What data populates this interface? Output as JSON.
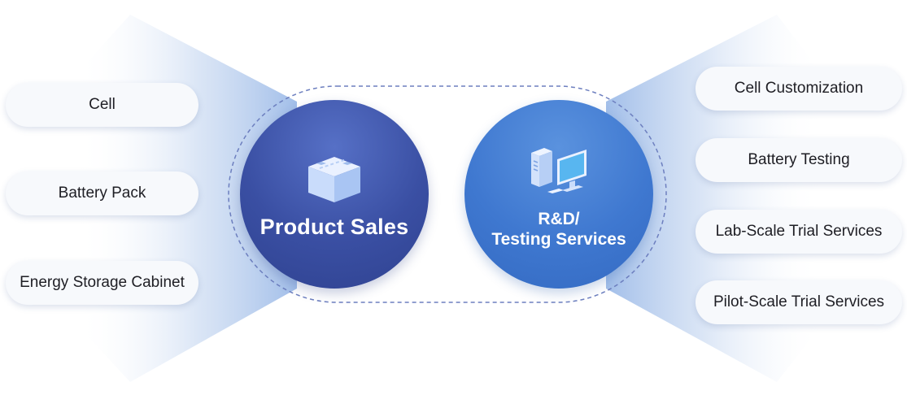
{
  "colors": {
    "product_sales_circle": "#3a4fa3",
    "rd_circle": "#3f78d0",
    "pill_background": "#f7f9fc",
    "connector_dash": "#6d7fbf",
    "beam_color": "#a9c4ea"
  },
  "hubs": {
    "product_sales": {
      "icon": "battery-box-icon",
      "label": "Product Sales"
    },
    "rd_testing": {
      "icon": "computer-workstation-icon",
      "label_line1": "R&D/",
      "label_line2": "Testing Services"
    }
  },
  "left_items": [
    {
      "label": "Cell"
    },
    {
      "label": "Battery Pack"
    },
    {
      "label": "Energy Storage Cabinet"
    }
  ],
  "right_items": [
    {
      "label": "Cell Customization"
    },
    {
      "label": "Battery Testing"
    },
    {
      "label": "Lab-Scale Trial Services"
    },
    {
      "label": "Pilot-Scale Trial Services"
    }
  ]
}
